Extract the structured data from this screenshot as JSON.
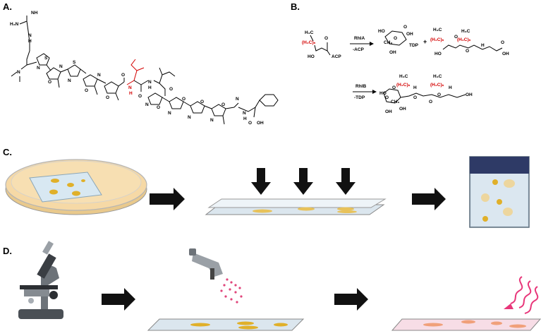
{
  "panels": {
    "a": {
      "label": "A.",
      "atoms": [
        "H₂N",
        "NH",
        "N",
        "H",
        "N",
        "S",
        "N",
        "O",
        "N",
        "S",
        "N",
        "O",
        "N",
        "O",
        "O",
        "N",
        "H",
        "O",
        "N",
        "H",
        "O",
        "N",
        "O",
        "N",
        "O",
        "N",
        "O",
        "N",
        "O",
        "N",
        "H",
        "O",
        "OH"
      ]
    },
    "b": {
      "label": "B.",
      "reagent1": {
        "enzyme": "RhlA",
        "byproduct": "-ACP"
      },
      "reagent2": {
        "enzyme": "RhlB",
        "byproduct": "-TDP"
      },
      "atoms": [
        "H₃C",
        "(H₂C)ₙ",
        "HO",
        "O",
        "ACP",
        "HO",
        "O",
        "O",
        "OH",
        "OH",
        "CH₃",
        "TDP",
        "+",
        "OH",
        "H₃C",
        "H₃C",
        "(H₂C)ₙ",
        "(H₂C)ₙ",
        "HO",
        "H",
        "O",
        "O",
        "OH",
        "O",
        "H₃C",
        "H₃C",
        "(H₂C)ₙ",
        "(H₂C)ₙ",
        "H",
        "H",
        "O",
        "O",
        "OH",
        "O",
        "O",
        "O",
        "HO",
        "OH",
        "OH",
        "CH₃"
      ]
    },
    "c": {
      "label": "C."
    },
    "d": {
      "label": "D."
    }
  },
  "colors": {
    "highlight": "#d40000",
    "agar": "#f6d9a6",
    "colony": "#e0b02a",
    "slide": "#d8e8f2",
    "spray": "#e0457a",
    "uv": "#e8377a",
    "arrow": "#111111"
  }
}
